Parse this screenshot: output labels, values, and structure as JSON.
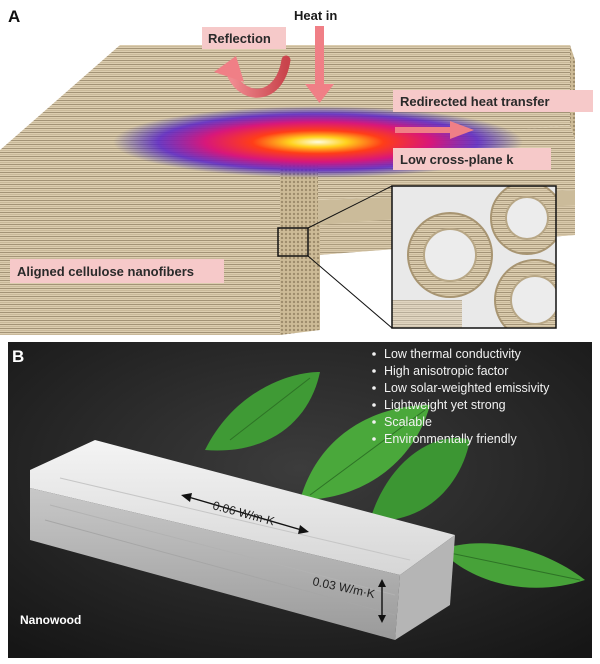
{
  "panel_a": {
    "letter": "A",
    "labels": {
      "heat_in": "Heat in",
      "reflection": "Reflection",
      "redirected": "Redirected heat transfer",
      "cross_plane": "Low cross-plane k",
      "aligned": "Aligned cellulose nanofibers"
    }
  },
  "panel_b": {
    "letter": "B",
    "properties": [
      "Low thermal conductivity",
      "High anisotropic factor",
      "Low solar-weighted emissivity",
      "Lightweight yet strong",
      "Scalable",
      "Environmentally friendly"
    ],
    "measure_along": "0.06 W/m·K",
    "measure_cross": "0.03 W/m·K",
    "sample_name": "Nanowood"
  },
  "colors": {
    "wood_tan": "#d9c9a8",
    "label_pink": "#f6c9c9",
    "arrow_pink": "#f07f86",
    "photo_bg": "#2b2b2b",
    "leaf_green": "#3f9a35"
  }
}
